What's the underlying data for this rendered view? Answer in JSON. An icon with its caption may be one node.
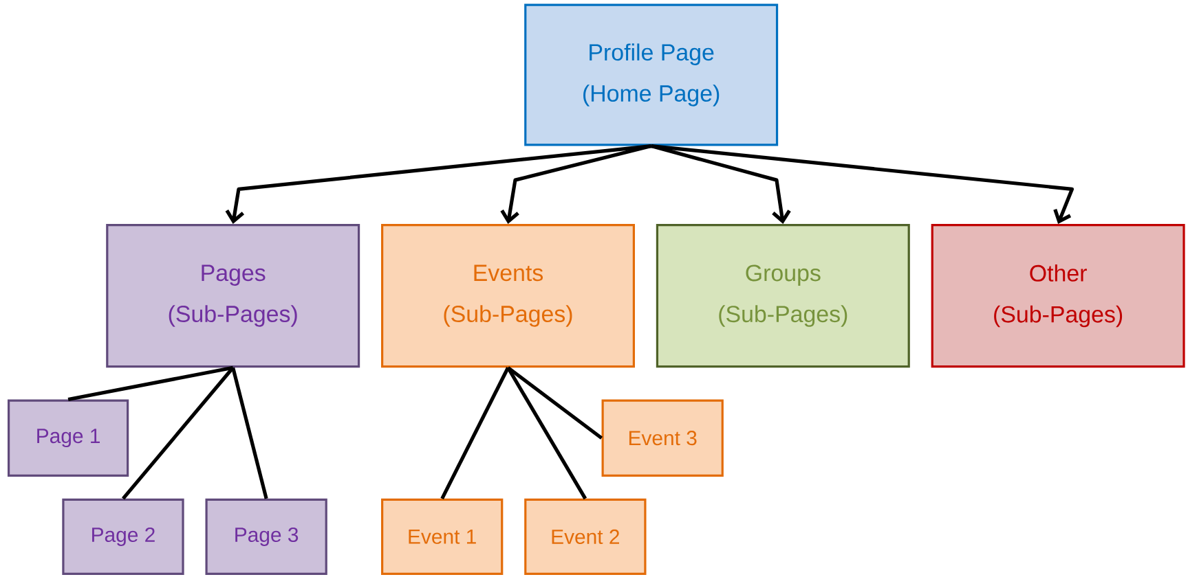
{
  "diagram": {
    "nodes": [
      {
        "text": [
          "Profile Page",
          "(Home Page)"
        ]
      },
      {
        "text": [
          "Pages",
          "(Sub-Pages)"
        ]
      },
      {
        "text": [
          "Events",
          "(Sub-Pages)"
        ]
      },
      {
        "text": [
          "Groups",
          "(Sub-Pages)"
        ]
      },
      {
        "text": [
          "Other",
          "(Sub-Pages)"
        ]
      },
      {
        "text": [
          "Page 1"
        ]
      },
      {
        "text": [
          "Page 2"
        ]
      },
      {
        "text": [
          "Page 3"
        ]
      },
      {
        "text": [
          "Event 1"
        ]
      },
      {
        "text": [
          "Event 2"
        ]
      },
      {
        "text": [
          "Event 3"
        ]
      }
    ],
    "edges": [
      {
        "from": 0,
        "to": 1,
        "arrow": "to"
      },
      {
        "from": 0,
        "to": 2,
        "arrow": "to"
      },
      {
        "from": 0,
        "to": 3,
        "arrow": "to"
      },
      {
        "from": 0,
        "to": 4,
        "arrow": "to"
      },
      {
        "from": 1,
        "to": 5,
        "arrow": "none"
      },
      {
        "from": 1,
        "to": 6,
        "arrow": "none"
      },
      {
        "from": 1,
        "to": 7,
        "arrow": "none"
      },
      {
        "from": 2,
        "to": 8,
        "arrow": "none"
      },
      {
        "from": 2,
        "to": 9,
        "arrow": "none"
      },
      {
        "from": 2,
        "to": 10,
        "arrow": "none"
      }
    ]
  }
}
